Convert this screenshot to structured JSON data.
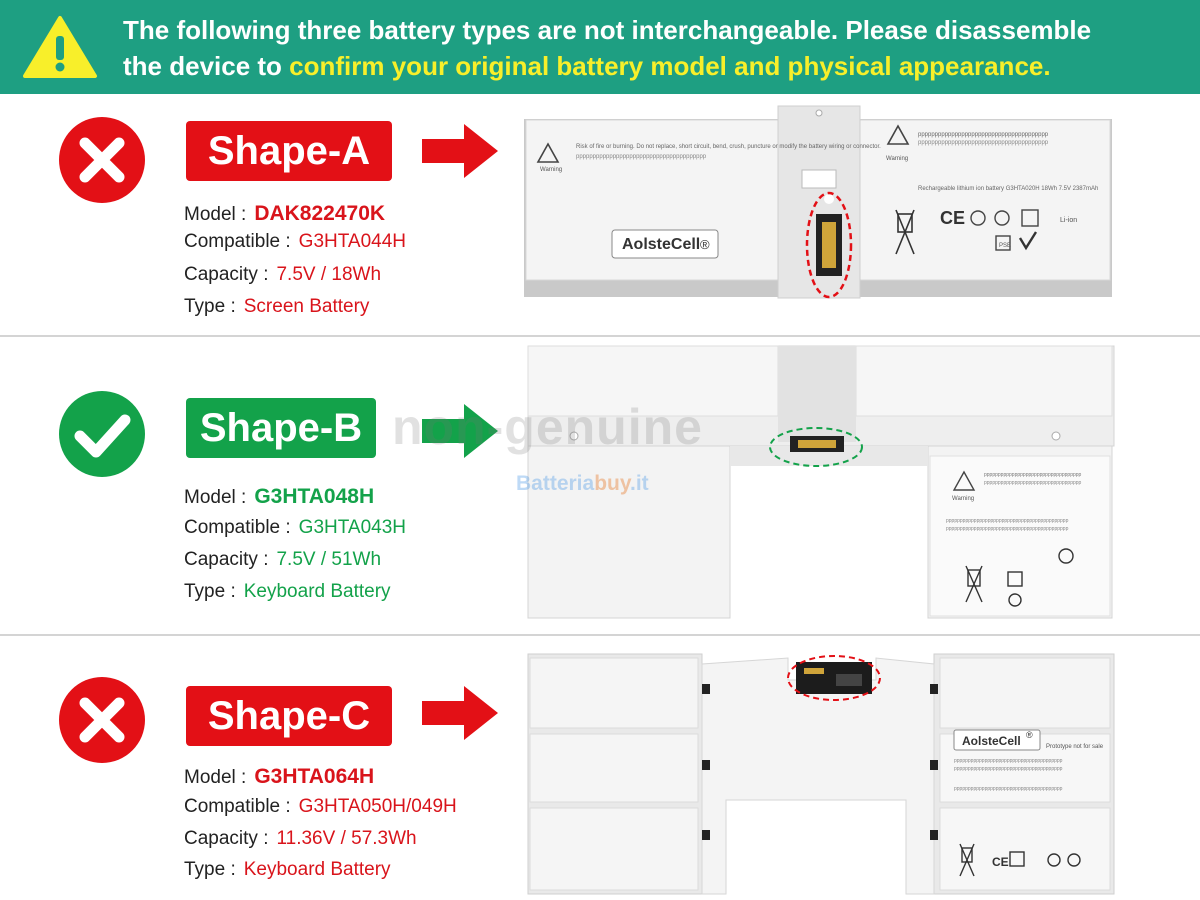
{
  "banner": {
    "line1": "The following three battery types are not interchangeable. Please disassemble",
    "line2_prefix": "the device to ",
    "line2_highlight": "confirm your original battery model and physical appearance."
  },
  "colors": {
    "banner": "#1e9f82",
    "highlight": "#f8ef2a",
    "error": "#e31016",
    "ok": "#13a24a"
  },
  "shapes": [
    {
      "title": "Shape-A",
      "status": "cross-icon",
      "model_label": "Model :",
      "model": "DAK822470K",
      "compatible_label": "Compatible :",
      "compatible": "G3HTA044H",
      "capacity_label": "Capacity :",
      "capacity": "7.5V / 18Wh",
      "type_label": "Type :",
      "type": "Screen Battery",
      "brand": "AolsteCell",
      "warning_word": "Warning",
      "label_text": "Risk of fire or burning. Do not replace, short circuit, bend, crush, puncture or modify the battery wiring or connector.",
      "label_text2": "Rechargeable lithium ion battery  G3HTA020H  18Wh 7.5V 2387mAh"
    },
    {
      "title": "Shape-B",
      "status": "check-icon",
      "model_label": "Model :",
      "model": "G3HTA048H",
      "compatible_label": "Compatible :",
      "compatible": "G3HTA043H",
      "capacity_label": "Capacity :",
      "capacity": "7.5V / 51Wh",
      "type_label": "Type :",
      "type": "Keyboard Battery",
      "warning_word": "Warning"
    },
    {
      "title": "Shape-C",
      "status": "cross-icon",
      "model_label": "Model :",
      "model": "G3HTA064H",
      "compatible_label": "Compatible :",
      "compatible": "G3HTA050H/049H",
      "capacity_label": "Capacity :",
      "capacity": "11.36V / 57.3Wh",
      "type_label": "Type :",
      "type": "Keyboard Battery",
      "brand": "AolsteCell",
      "proto": "Prototype not for sale"
    }
  ],
  "watermark": {
    "text": "non-genuine",
    "site_a": "Batteria",
    "site_b": "buy",
    "site_c": ".it"
  },
  "cert": {
    "ce": "CE",
    "pse": "PSE",
    "ion": "Li-ion"
  }
}
